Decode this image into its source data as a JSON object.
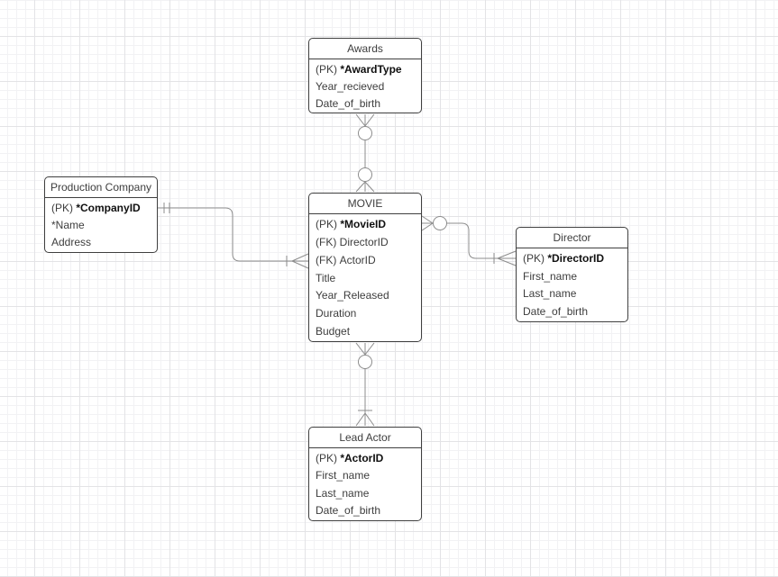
{
  "colors": {
    "canvas_background": "#ffffff",
    "grid_minor": "#f2f2f4",
    "grid_major": "#e3e3e6",
    "entity_border": "#3f3f3f",
    "entity_fill": "#ffffff",
    "connector": "#8c8c8c",
    "text": "#3d3d3d",
    "pk_text": "#101010"
  },
  "entities": [
    {
      "id": "awards",
      "title": "Awards",
      "rows": [
        {
          "prefix": "(PK) ",
          "name": "*AwardType",
          "bold": true
        },
        {
          "prefix": "",
          "name": "Year_recieved",
          "bold": false
        },
        {
          "prefix": "",
          "name": "Date_of_birth",
          "bold": false
        }
      ]
    },
    {
      "id": "production-company",
      "title": "Production Company",
      "rows": [
        {
          "prefix": "(PK) ",
          "name": "*CompanyID",
          "bold": true
        },
        {
          "prefix": "",
          "name": "*Name",
          "bold": false
        },
        {
          "prefix": "",
          "name": "Address",
          "bold": false
        }
      ]
    },
    {
      "id": "movie",
      "title": "MOVIE",
      "rows": [
        {
          "prefix": "(PK) ",
          "name": "*MovieID",
          "bold": true
        },
        {
          "prefix": "(FK) ",
          "name": "DirectorID",
          "bold": false
        },
        {
          "prefix": "(FK) ",
          "name": "ActorID",
          "bold": false
        },
        {
          "prefix": "",
          "name": "Title",
          "bold": false
        },
        {
          "prefix": "",
          "name": "Year_Released",
          "bold": false
        },
        {
          "prefix": "",
          "name": "Duration",
          "bold": false
        },
        {
          "prefix": "",
          "name": "Budget",
          "bold": false
        }
      ]
    },
    {
      "id": "director",
      "title": "Director",
      "rows": [
        {
          "prefix": "(PK) ",
          "name": "*DirectorID",
          "bold": true
        },
        {
          "prefix": "",
          "name": "First_name",
          "bold": false
        },
        {
          "prefix": "",
          "name": "Last_name",
          "bold": false
        },
        {
          "prefix": "",
          "name": "Date_of_birth",
          "bold": false
        }
      ]
    },
    {
      "id": "lead-actor",
      "title": "Lead Actor",
      "rows": [
        {
          "prefix": "(PK) ",
          "name": "*ActorID",
          "bold": true
        },
        {
          "prefix": "",
          "name": "First_name",
          "bold": false
        },
        {
          "prefix": "",
          "name": "Last_name",
          "bold": false
        },
        {
          "prefix": "",
          "name": "Date_of_birth",
          "bold": false
        }
      ]
    }
  ],
  "connectors": [
    {
      "from": "Awards",
      "to": "MOVIE",
      "from_cardinality": "zero-or-many",
      "to_cardinality": "zero-or-many"
    },
    {
      "from": "Production Company",
      "to": "MOVIE",
      "from_cardinality": "one-and-only-one",
      "to_cardinality": "one-or-many"
    },
    {
      "from": "MOVIE",
      "to": "Director",
      "from_cardinality": "zero-or-many",
      "to_cardinality": "one-or-many"
    },
    {
      "from": "MOVIE",
      "to": "Lead Actor",
      "from_cardinality": "zero-or-many",
      "to_cardinality": "one-or-many"
    }
  ]
}
